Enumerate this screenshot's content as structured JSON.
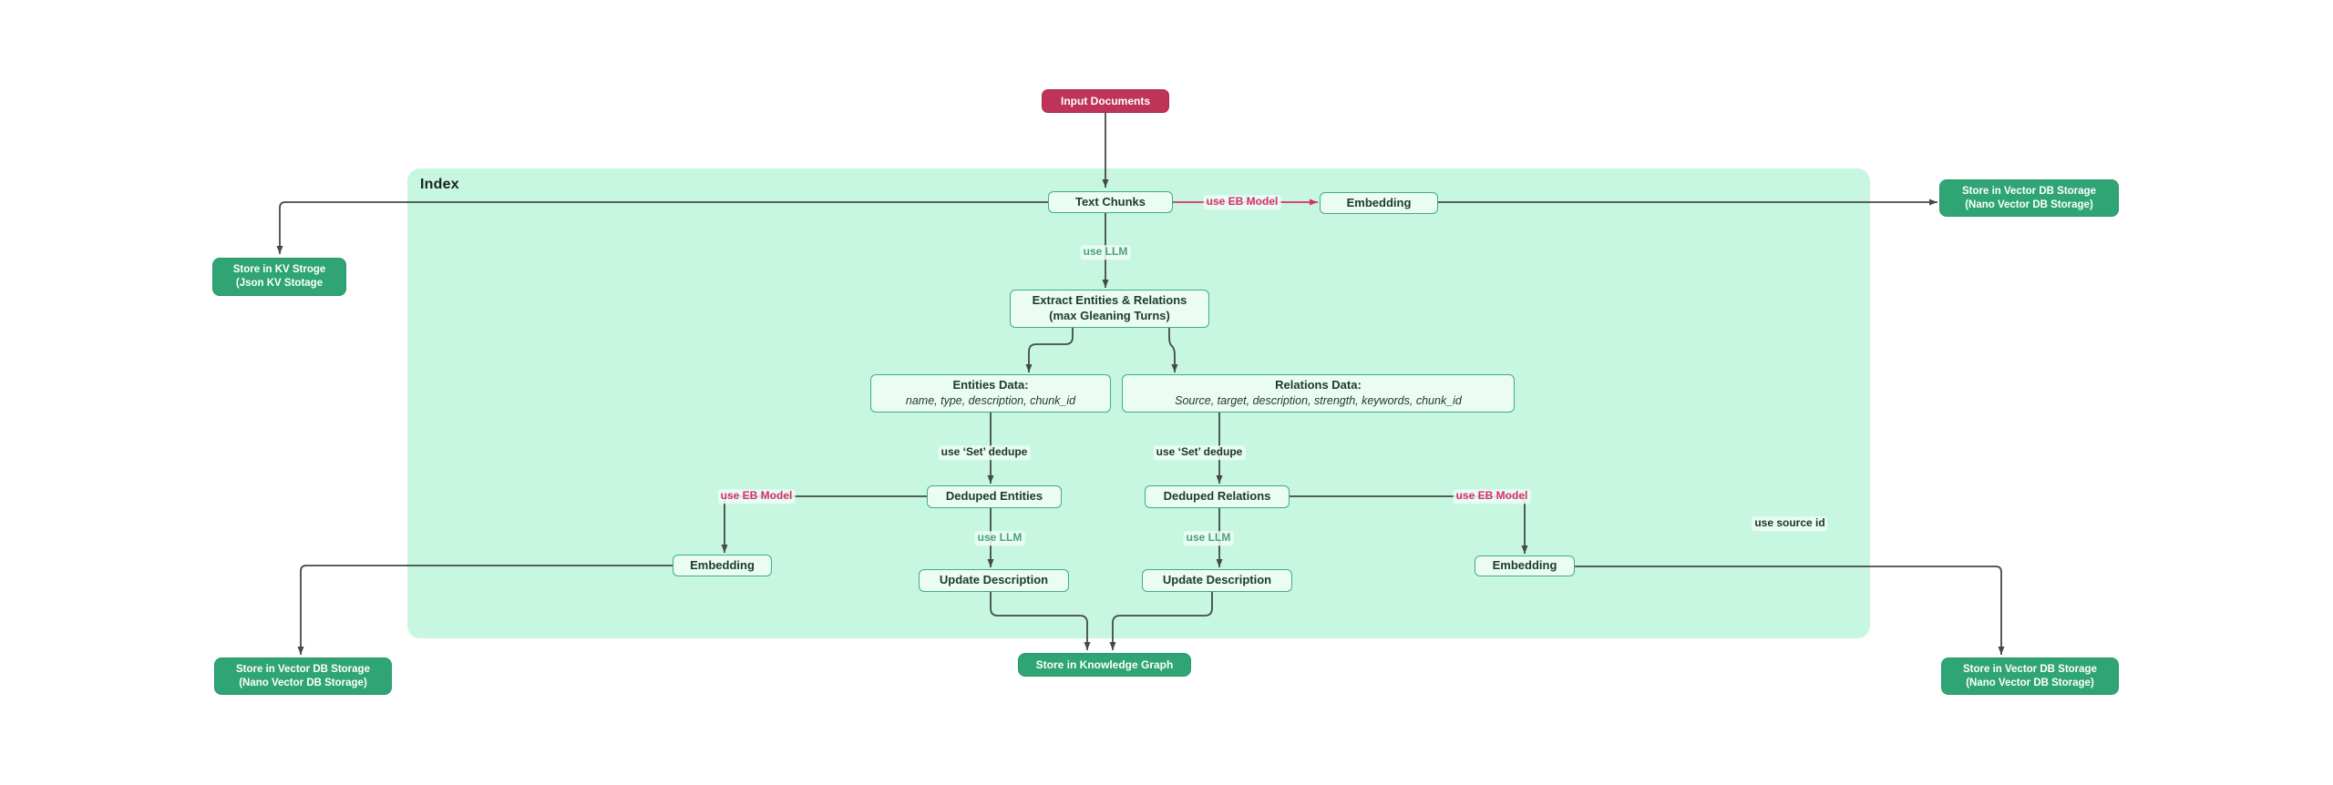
{
  "diagram": {
    "container_label": "Index",
    "colors": {
      "container": "#c7f6e1",
      "node_fill": "#eafcf4",
      "node_border": "#3fae84",
      "storage_fill": "#2fa474",
      "input_fill": "#bd3458",
      "edge": "#444a47",
      "highlight": "#d62f6c",
      "llm_label": "#4aa082",
      "dark_label": "#21352c"
    },
    "nodes": {
      "input_documents": {
        "label": "Input Documents"
      },
      "text_chunks": {
        "label": "Text Chunks"
      },
      "embedding_top": {
        "label": "Embedding"
      },
      "extract": {
        "line1": "Extract Entities & Relations",
        "line2": "(max Gleaning Turns)"
      },
      "entities_data": {
        "line1": "Entities Data:",
        "line2": "name, type, description, chunk_id"
      },
      "relations_data": {
        "line1": "Relations Data:",
        "line2": "Source, target, description, strength, keywords, chunk_id"
      },
      "deduped_entities": {
        "label": "Deduped Entities"
      },
      "deduped_relations": {
        "label": "Deduped Relations"
      },
      "update_description_left": {
        "label": "Update Description"
      },
      "update_description_right": {
        "label": "Update Description"
      },
      "embedding_left": {
        "label": "Embedding"
      },
      "embedding_right": {
        "label": "Embedding"
      },
      "kv_storage": {
        "line1": "Store in KV Stroge",
        "line2": "(Json KV Stotage"
      },
      "vector_storage_top_right": {
        "line1": "Store in Vector DB Storage",
        "line2": "(Nano Vector DB Storage)"
      },
      "vector_storage_bottom_left": {
        "line1": "Store in Vector DB Storage",
        "line2": "(Nano Vector DB Storage)"
      },
      "vector_storage_bottom_right": {
        "line1": "Store in Vector DB Storage",
        "line2": "(Nano Vector DB Storage)"
      },
      "knowledge_graph": {
        "label": "Store in Knowledge Graph"
      }
    },
    "edge_labels": {
      "use_eb_model_top": "use EB Model",
      "use_llm_top": "use LLM",
      "use_set_dedupe_left": "use ‘Set’ dedupe",
      "use_set_dedupe_right": "use ‘Set’ dedupe",
      "use_eb_model_left": "use EB Model",
      "use_eb_model_right": "use EB Model",
      "use_llm_left": "use LLM",
      "use_llm_right": "use LLM",
      "use_source_id": "use source id"
    }
  }
}
